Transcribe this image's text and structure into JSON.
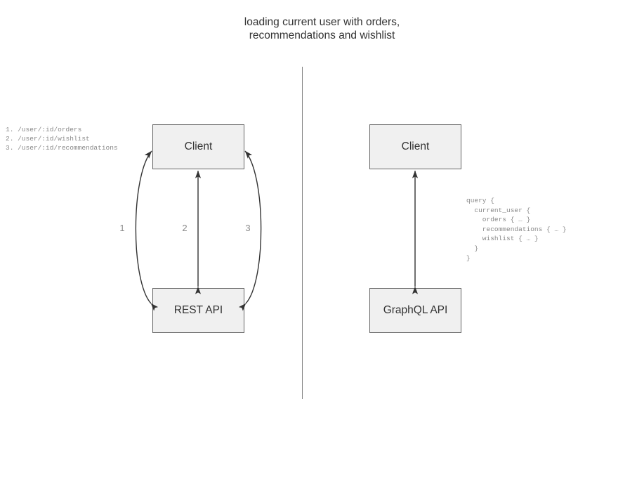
{
  "diagram": {
    "title": "loading current user with orders,\nrecommendations and wishlist",
    "colors": {
      "node_fill": "#f0f0f0",
      "node_border": "#666666",
      "node_text": "#333333",
      "muted_text": "#8a8a8a",
      "divider": "#808080",
      "arrow": "#333333",
      "background": "#ffffff"
    },
    "divider": {
      "orientation": "vertical",
      "label": "rest-vs-graphql-divider"
    },
    "left_panel": {
      "name": "rest-approach",
      "endpoint_list": "1. /user/:id/orders\n2. /user/:id/wishlist\n3. /user/:id/recommendations",
      "endpoints": [
        {
          "number": "1.",
          "path": "/user/:id/orders"
        },
        {
          "number": "2.",
          "path": "/user/:id/wishlist"
        },
        {
          "number": "3.",
          "path": "/user/:id/recommendations"
        }
      ],
      "nodes": [
        {
          "id": "client",
          "label": "Client"
        },
        {
          "id": "rest-api",
          "label": "REST API"
        }
      ],
      "arrows": [
        {
          "id": "1",
          "label": "1",
          "shape": "curve-left",
          "direction": "bidirectional"
        },
        {
          "id": "2",
          "label": "2",
          "shape": "straight",
          "direction": "bidirectional"
        },
        {
          "id": "3",
          "label": "3",
          "shape": "curve-right",
          "direction": "bidirectional"
        }
      ]
    },
    "right_panel": {
      "name": "graphql-approach",
      "query": "query {\n  current_user {\n    orders { … }\n    recommendations { … }\n    wishlist { … }\n  }\n}",
      "query_lines": [
        "query {",
        "  current_user {",
        "    orders { … }",
        "    recommendations { … }",
        "    wishlist { … }",
        "  }",
        "}"
      ],
      "nodes": [
        {
          "id": "client",
          "label": "Client"
        },
        {
          "id": "graphql-api",
          "label": "GraphQL API"
        }
      ],
      "arrows": [
        {
          "id": "gql",
          "label": "",
          "shape": "straight",
          "direction": "bidirectional"
        }
      ]
    }
  }
}
